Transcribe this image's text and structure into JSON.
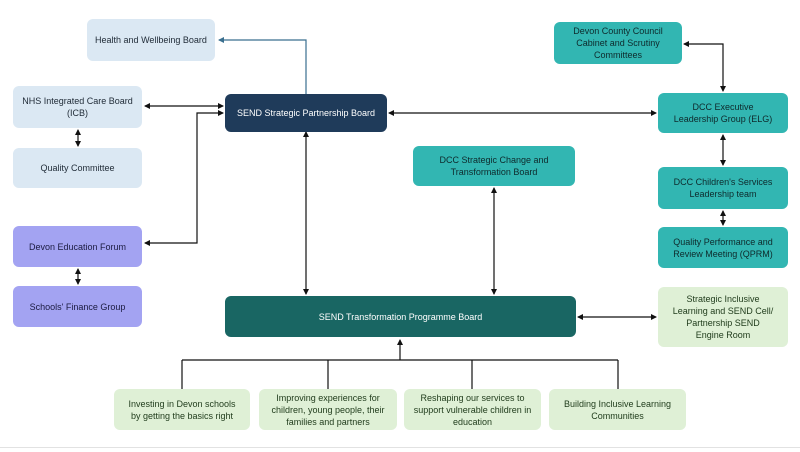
{
  "nodes": {
    "health_wellbeing": "Health and Wellbeing Board",
    "send_strategic": "SEND Strategic Partnership Board",
    "nhs_icb": "NHS Integrated Care Board (ICB)",
    "quality_committee": "Quality Committee",
    "devon_education_forum": "Devon Education Forum",
    "schools_finance": "Schools' Finance Group",
    "dcc_cabinet": "Devon County Council Cabinet and Scrutiny Committees",
    "dcc_elg": "DCC Executive Leadership Group (ELG)",
    "dcc_strategic_change": "DCC Strategic Change and Transformation Board",
    "dcc_childrens": "DCC Children's Services Leadership team",
    "qprm": "Quality Performance and Review Meeting (QPRM)",
    "send_transformation": "SEND Transformation Programme Board",
    "strategic_inclusive": "Strategic Inclusive Learning and SEND Cell/ Partnership SEND Engine Room",
    "investing": "Investing in Devon schools by getting the basics right",
    "improving": "Improving experiences for children, young people, their families and partners",
    "reshaping": "Reshaping our services to support vulnerable children in education",
    "building": "Building Inclusive Learning Communities"
  },
  "colors": {
    "light_blue": "#dbe8f3",
    "navy": "#1f3b5a",
    "teal": "#32b6b2",
    "dark_teal": "#196663",
    "purple": "#a3a3f2",
    "light_green": "#dff0d6",
    "arrow": "#111111",
    "arrow_health": "#3a6f8f"
  }
}
